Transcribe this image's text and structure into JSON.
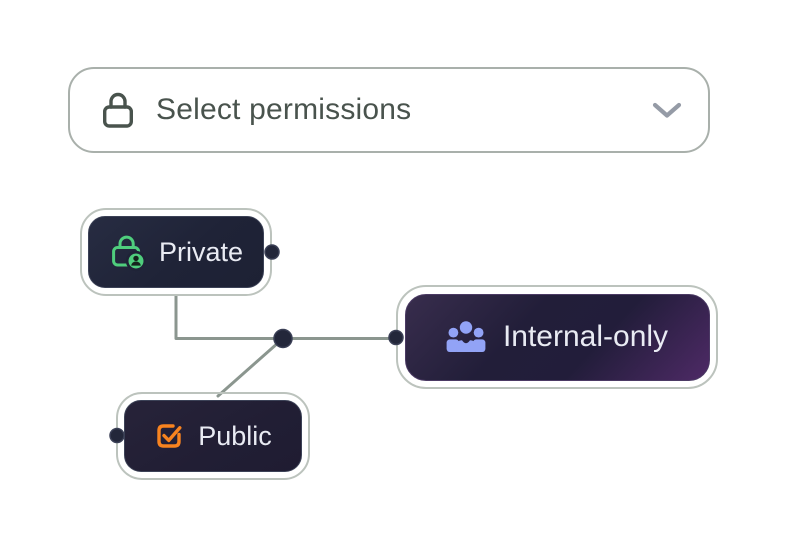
{
  "dropdown": {
    "label": "Select permissions",
    "lock_icon": "lock-icon",
    "chevron_icon": "chevron-down-icon"
  },
  "nodes": {
    "private": {
      "label": "Private",
      "icon": "lock-user-icon",
      "accent": "#4fce7d"
    },
    "internal": {
      "label": "Internal-only",
      "icon": "users-icon",
      "accent": "#92a3f6"
    },
    "public": {
      "label": "Public",
      "icon": "checkbox-check-icon",
      "accent": "#f8831f"
    }
  },
  "connectors": {
    "junction_dot": "between Private, Internal-only and Public",
    "port_dots": [
      "private-right",
      "internal-left",
      "public-left"
    ]
  },
  "colors": {
    "bg": "#ffffff",
    "dropdown-border": "#a9b0ab",
    "dropdown-text": "#49534d",
    "chevron": "#959ba6",
    "ring": "#bcc3bd",
    "line": "#8b968f",
    "dot": "#23273a",
    "dot-rim": "#3a3f55",
    "pill-border": "#3c4257",
    "pill-border-purple": "#4b3a64",
    "pill-text": "#e9ebf3",
    "green": "#4fce7d",
    "green-dark": "#14231c",
    "periwinkle": "#92a3f6",
    "orange": "#f8831f"
  }
}
